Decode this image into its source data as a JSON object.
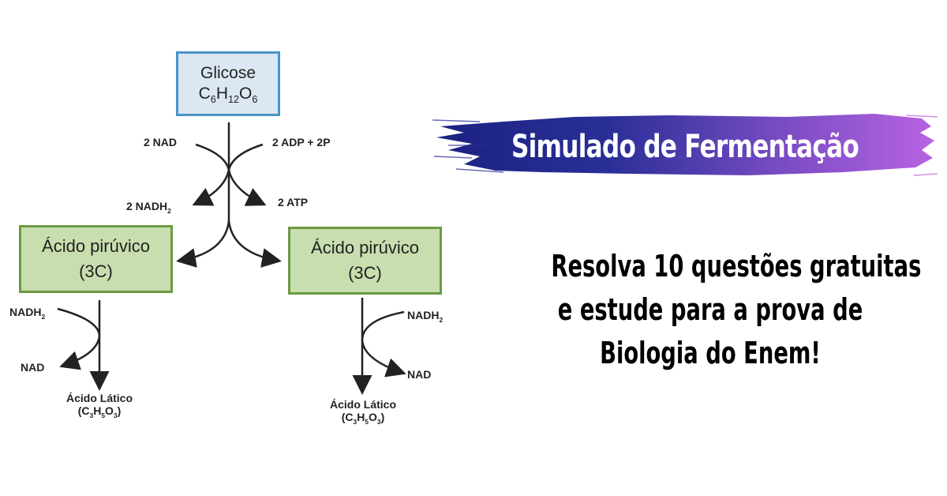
{
  "diagram": {
    "glicose": {
      "name": "Glicose",
      "formula_c": "C",
      "c": "6",
      "h": "H",
      "hn": "12",
      "o": "O",
      "on": "6"
    },
    "inputs_left": "2 NAD",
    "inputs_right": "2 ADP + 2P",
    "outputs_left": "2 NADH",
    "outputs_left_sub": "2",
    "outputs_right": "2 ATP",
    "piruvico_left": {
      "name": "Ácido pirúvico",
      "carbons": "(3C)"
    },
    "piruvico_right": {
      "name": "Ácido pirúvico",
      "carbons": "(3C)"
    },
    "branch_left": {
      "in": "NADH",
      "in_sub": "2",
      "out": "NAD",
      "product": "Ácido Lático",
      "formula": "(C",
      "f1": "3",
      "f2": "H",
      "f3": "5",
      "f4": "O",
      "f5": "3",
      "f6": ")"
    },
    "branch_right": {
      "in": "NADH",
      "in_sub": "2",
      "out": "NAD",
      "product": "Ácido Lático",
      "formula": "(C",
      "f1": "3",
      "f2": "H",
      "f3": "5",
      "f4": "O",
      "f5": "3",
      "f6": ")"
    }
  },
  "banner": {
    "title": "Simulado de Fermentação",
    "gradient_start": "#1e2a8c",
    "gradient_end": "#b561e0"
  },
  "subtitle": {
    "line1": "Resolva 10 questões gratuitas",
    "line2": "e estude para a prova de",
    "line3": "Biologia do Enem!"
  }
}
